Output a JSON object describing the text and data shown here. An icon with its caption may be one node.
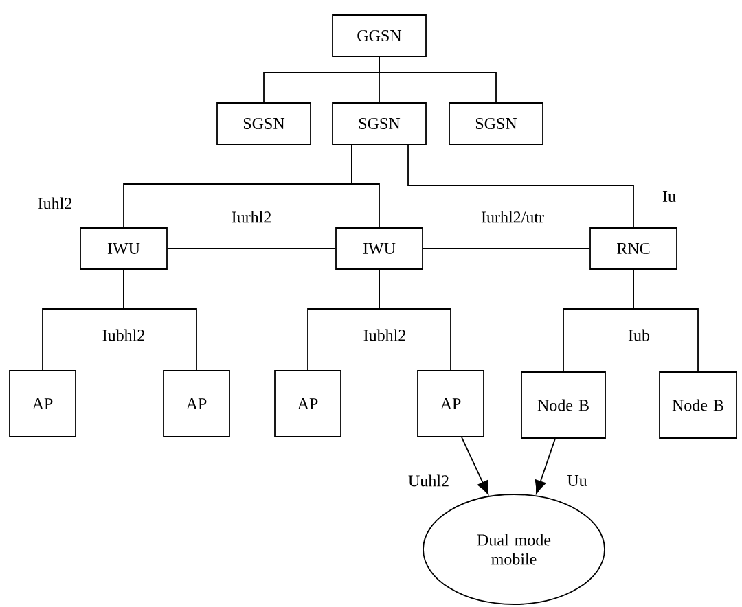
{
  "diagram": {
    "nodes": [
      {
        "text": [
          "GGSN"
        ]
      },
      {
        "text": [
          "SGSN"
        ]
      },
      {
        "text": [
          "SGSN"
        ]
      },
      {
        "text": [
          "SGSN"
        ]
      },
      {
        "text": [
          "IWU"
        ]
      },
      {
        "text": [
          "IWU"
        ]
      },
      {
        "text": [
          "RNC"
        ]
      },
      {
        "text": [
          "AP"
        ]
      },
      {
        "text": [
          "AP"
        ]
      },
      {
        "text": [
          "AP"
        ]
      },
      {
        "text": [
          "AP"
        ]
      },
      {
        "text": [
          "Node B"
        ]
      },
      {
        "text": [
          "Node B"
        ]
      },
      {
        "text": [
          "Dual mode mobile"
        ]
      }
    ],
    "edges": [
      {
        "from": 0,
        "to": 1,
        "arrow": "none"
      },
      {
        "from": 0,
        "to": 2,
        "arrow": "none"
      },
      {
        "from": 0,
        "to": 3,
        "arrow": "none"
      },
      {
        "from": 2,
        "to": 4,
        "arrow": "none",
        "label": "Iuhl2"
      },
      {
        "from": 2,
        "to": 5,
        "arrow": "none"
      },
      {
        "from": 2,
        "to": 6,
        "arrow": "none",
        "label": "Iu"
      },
      {
        "from": 4,
        "to": 5,
        "arrow": "none",
        "label": "Iurhl2"
      },
      {
        "from": 5,
        "to": 6,
        "arrow": "none",
        "label": "Iurhl2/utr"
      },
      {
        "from": 4,
        "to": 7,
        "arrow": "none"
      },
      {
        "from": 4,
        "to": 8,
        "arrow": "none"
      },
      {
        "from": 5,
        "to": 9,
        "arrow": "none"
      },
      {
        "from": 5,
        "to": 10,
        "arrow": "none"
      },
      {
        "from": 6,
        "to": 11,
        "arrow": "none"
      },
      {
        "from": 6,
        "to": 12,
        "arrow": "none"
      },
      {
        "from": 10,
        "to": 13,
        "arrow": "to",
        "label": "Uuhl2"
      },
      {
        "from": 11,
        "to": 13,
        "arrow": "to",
        "label": "Uu"
      }
    ],
    "labels": [
      "Iubhl2",
      "Iubhl2",
      "Iub"
    ]
  }
}
